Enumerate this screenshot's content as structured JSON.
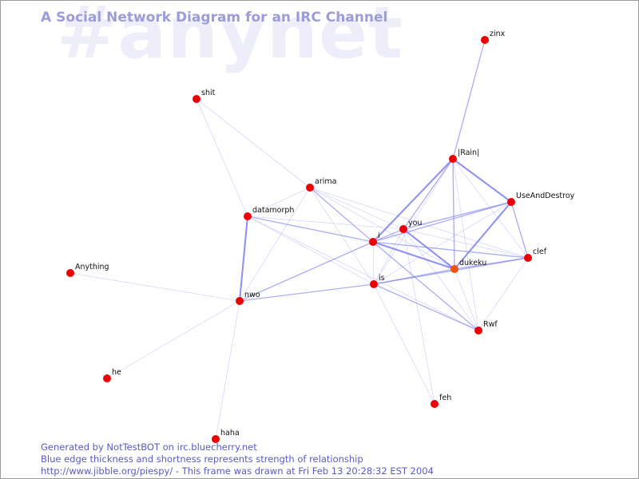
{
  "watermark": "#anynet",
  "title": "A Social Network Diagram for an IRC Channel",
  "footer": {
    "line1": "Generated by NotTestBOT on irc.bluecherry.net",
    "line2": "Blue edge thickness and shortness represents strength of relationship",
    "line3": "http://www.jibble.org/piespy/ - This frame was drawn at Fri Feb 13 20:28:32 EST 2004"
  },
  "colors": {
    "node": "#ee0000",
    "node_active": "#ee5511",
    "edge": "#8080ee",
    "title": "#9c9cd8",
    "watermark": "#eeeefb",
    "footer": "#5a5ac4"
  },
  "nodes": [
    {
      "id": "zinx",
      "label": "zinx"
    },
    {
      "id": "shit",
      "label": "shit"
    },
    {
      "id": "rain",
      "label": "|Rain|"
    },
    {
      "id": "arima",
      "label": "arima"
    },
    {
      "id": "useanddestroy",
      "label": "UseAndDestroy"
    },
    {
      "id": "datamorph",
      "label": "datamorph"
    },
    {
      "id": "you",
      "label": "you"
    },
    {
      "id": "i",
      "label": "i"
    },
    {
      "id": "clef",
      "label": "clef"
    },
    {
      "id": "dukeku",
      "label": "dukeku",
      "active": true
    },
    {
      "id": "anything",
      "label": "Anything"
    },
    {
      "id": "is",
      "label": "is"
    },
    {
      "id": "nwo",
      "label": "nwo"
    },
    {
      "id": "rwf",
      "label": "Rwf"
    },
    {
      "id": "he",
      "label": "he"
    },
    {
      "id": "feh",
      "label": "feh"
    },
    {
      "id": "haha",
      "label": "haha"
    }
  ],
  "edges": [
    {
      "source": "zinx",
      "target": "rain",
      "weight": 2
    },
    {
      "source": "shit",
      "target": "arima",
      "weight": 1
    },
    {
      "source": "shit",
      "target": "datamorph",
      "weight": 1
    },
    {
      "source": "datamorph",
      "target": "nwo",
      "weight": 3
    },
    {
      "source": "datamorph",
      "target": "arima",
      "weight": 1
    },
    {
      "source": "datamorph",
      "target": "i",
      "weight": 2
    },
    {
      "source": "datamorph",
      "target": "is",
      "weight": 1
    },
    {
      "source": "datamorph",
      "target": "you",
      "weight": 1
    },
    {
      "source": "datamorph",
      "target": "rwf",
      "weight": 1
    },
    {
      "source": "arima",
      "target": "nwo",
      "weight": 1
    },
    {
      "source": "arima",
      "target": "i",
      "weight": 2
    },
    {
      "source": "arima",
      "target": "you",
      "weight": 1
    },
    {
      "source": "arima",
      "target": "is",
      "weight": 1
    },
    {
      "source": "arima",
      "target": "dukeku",
      "weight": 1
    },
    {
      "source": "arima",
      "target": "clef",
      "weight": 1
    },
    {
      "source": "nwo",
      "target": "anything",
      "weight": 1
    },
    {
      "source": "nwo",
      "target": "he",
      "weight": 1
    },
    {
      "source": "nwo",
      "target": "haha",
      "weight": 1
    },
    {
      "source": "nwo",
      "target": "i",
      "weight": 2
    },
    {
      "source": "nwo",
      "target": "is",
      "weight": 2
    },
    {
      "source": "rain",
      "target": "i",
      "weight": 3
    },
    {
      "source": "rain",
      "target": "you",
      "weight": 2
    },
    {
      "source": "rain",
      "target": "useanddestroy",
      "weight": 3
    },
    {
      "source": "rain",
      "target": "dukeku",
      "weight": 2
    },
    {
      "source": "rain",
      "target": "clef",
      "weight": 1
    },
    {
      "source": "rain",
      "target": "rwf",
      "weight": 1
    },
    {
      "source": "rain",
      "target": "is",
      "weight": 1
    },
    {
      "source": "useanddestroy",
      "target": "you",
      "weight": 2
    },
    {
      "source": "useanddestroy",
      "target": "i",
      "weight": 2
    },
    {
      "source": "useanddestroy",
      "target": "dukeku",
      "weight": 3
    },
    {
      "source": "useanddestroy",
      "target": "clef",
      "weight": 2
    },
    {
      "source": "useanddestroy",
      "target": "is",
      "weight": 1
    },
    {
      "source": "you",
      "target": "i",
      "weight": 2
    },
    {
      "source": "you",
      "target": "dukeku",
      "weight": 3
    },
    {
      "source": "you",
      "target": "clef",
      "weight": 1
    },
    {
      "source": "you",
      "target": "rwf",
      "weight": 1
    },
    {
      "source": "you",
      "target": "feh",
      "weight": 1
    },
    {
      "source": "you",
      "target": "is",
      "weight": 1
    },
    {
      "source": "i",
      "target": "dukeku",
      "weight": 3
    },
    {
      "source": "i",
      "target": "clef",
      "weight": 2
    },
    {
      "source": "i",
      "target": "rwf",
      "weight": 2
    },
    {
      "source": "i",
      "target": "is",
      "weight": 1
    },
    {
      "source": "is",
      "target": "dukeku",
      "weight": 2
    },
    {
      "source": "is",
      "target": "clef",
      "weight": 2
    },
    {
      "source": "is",
      "target": "rwf",
      "weight": 2
    },
    {
      "source": "is",
      "target": "feh",
      "weight": 1
    },
    {
      "source": "dukeku",
      "target": "clef",
      "weight": 2
    },
    {
      "source": "dukeku",
      "target": "rwf",
      "weight": 1
    },
    {
      "source": "clef",
      "target": "rwf",
      "weight": 1
    }
  ]
}
